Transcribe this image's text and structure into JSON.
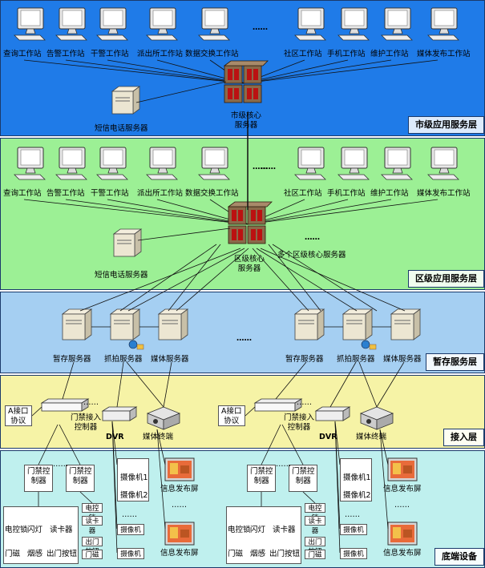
{
  "layers": {
    "city": "市级应用服务层",
    "district": "区级应用服务层",
    "storage": "暂存服务层",
    "access": "接入层",
    "bottom": "底端设备"
  },
  "workstations_left": [
    "查询工作站",
    "告警工作站",
    "干警工作站",
    "派出所工作站",
    "数据交换工作站"
  ],
  "workstations_right": [
    "社区工作站",
    "手机工作站",
    "维护工作站",
    "媒体发布工作站"
  ],
  "ellipsis": "……",
  "city": {
    "core": "市级核心\n服务器",
    "sms": "短信电话服务器"
  },
  "district": {
    "core": "区级核心\n服务器",
    "sms": "短信电话服务器",
    "multi": "多个区级核心服务器",
    "dots": "……"
  },
  "storage": {
    "servers": [
      "暂存服务器",
      "抓拍服务器",
      "媒体服务器"
    ],
    "dots": "……"
  },
  "access": {
    "a_iface": "A接口\n协议",
    "door_ctrl": "门禁接入\n控制器",
    "dvr": "DVR",
    "media_terminal": "媒体终端",
    "dots": "……"
  },
  "bottom": {
    "door_controller": "门禁控\n制器",
    "devices": [
      "电控锁",
      "闪灯",
      "读卡器",
      "门磁",
      "烟感",
      "出门按钮"
    ],
    "small": [
      "电控锁",
      "读卡器",
      "出门按钮",
      "门磁"
    ],
    "cameras": [
      "摄像机1",
      "摄像机2",
      "摄像机",
      "摄像机"
    ],
    "info_screen": "信息发布屏",
    "dots": "……"
  }
}
